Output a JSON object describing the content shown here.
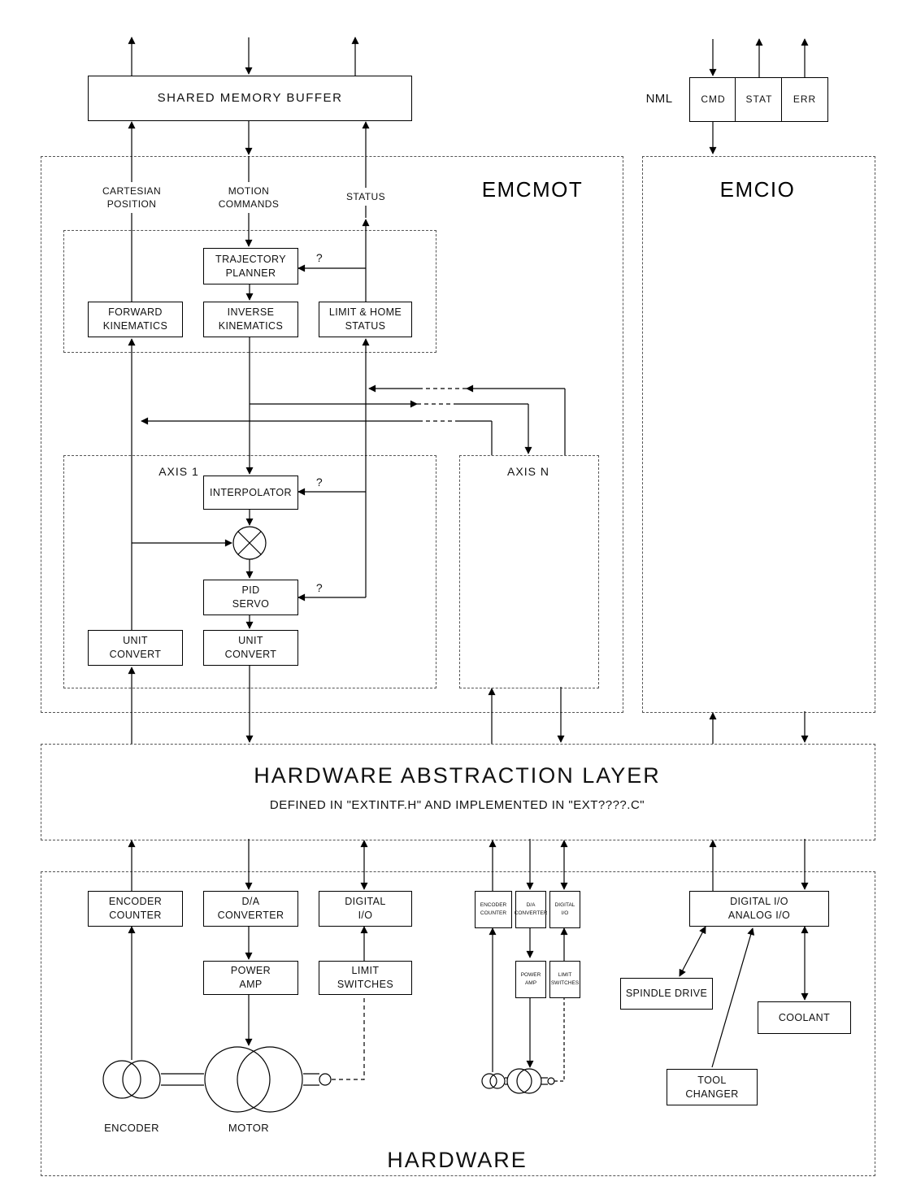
{
  "top": {
    "shared_memory_buffer": "SHARED MEMORY BUFFER",
    "nml": {
      "label": "NML",
      "cmd": "CMD",
      "stat": "STAT",
      "err": "ERR"
    }
  },
  "emcmot": {
    "title": "EMCMOT",
    "cartesian_position": "CARTESIAN\nPOSITION",
    "motion_commands": "MOTION\nCOMMANDS",
    "status": "STATUS",
    "question_mark": "?",
    "kinematics": {
      "trajectory_planner": "TRAJECTORY\nPLANNER",
      "forward_kinematics": "FORWARD\nKINEMATICS",
      "inverse_kinematics": "INVERSE\nKINEMATICS",
      "limit_home_status": "LIMIT & HOME\nSTATUS"
    },
    "axis1": {
      "title": "AXIS 1",
      "interpolator": "INTERPOLATOR",
      "pid_servo": "PID\nSERVO",
      "unit_convert": "UNIT\nCONVERT"
    },
    "axisn": {
      "title": "AXIS N"
    }
  },
  "emcio": {
    "title": "EMCIO"
  },
  "hal": {
    "title": "HARDWARE ABSTRACTION LAYER",
    "subtitle": "DEFINED IN \"EXTINTF.H\" AND IMPLEMENTED IN \"EXT????.C\""
  },
  "hardware": {
    "title": "HARDWARE",
    "encoder_counter": "ENCODER\nCOUNTER",
    "da_converter": "D/A\nCONVERTER",
    "digital_io": "DIGITAL\nI/O",
    "power_amp": "POWER\nAMP",
    "limit_switches": "LIMIT\nSWITCHES",
    "encoder": "ENCODER",
    "motor": "MOTOR",
    "digital_analog_io": "DIGITAL I/O\nANALOG I/O",
    "spindle_drive": "SPINDLE DRIVE",
    "coolant": "COOLANT",
    "tool_changer": "TOOL\nCHANGER"
  }
}
